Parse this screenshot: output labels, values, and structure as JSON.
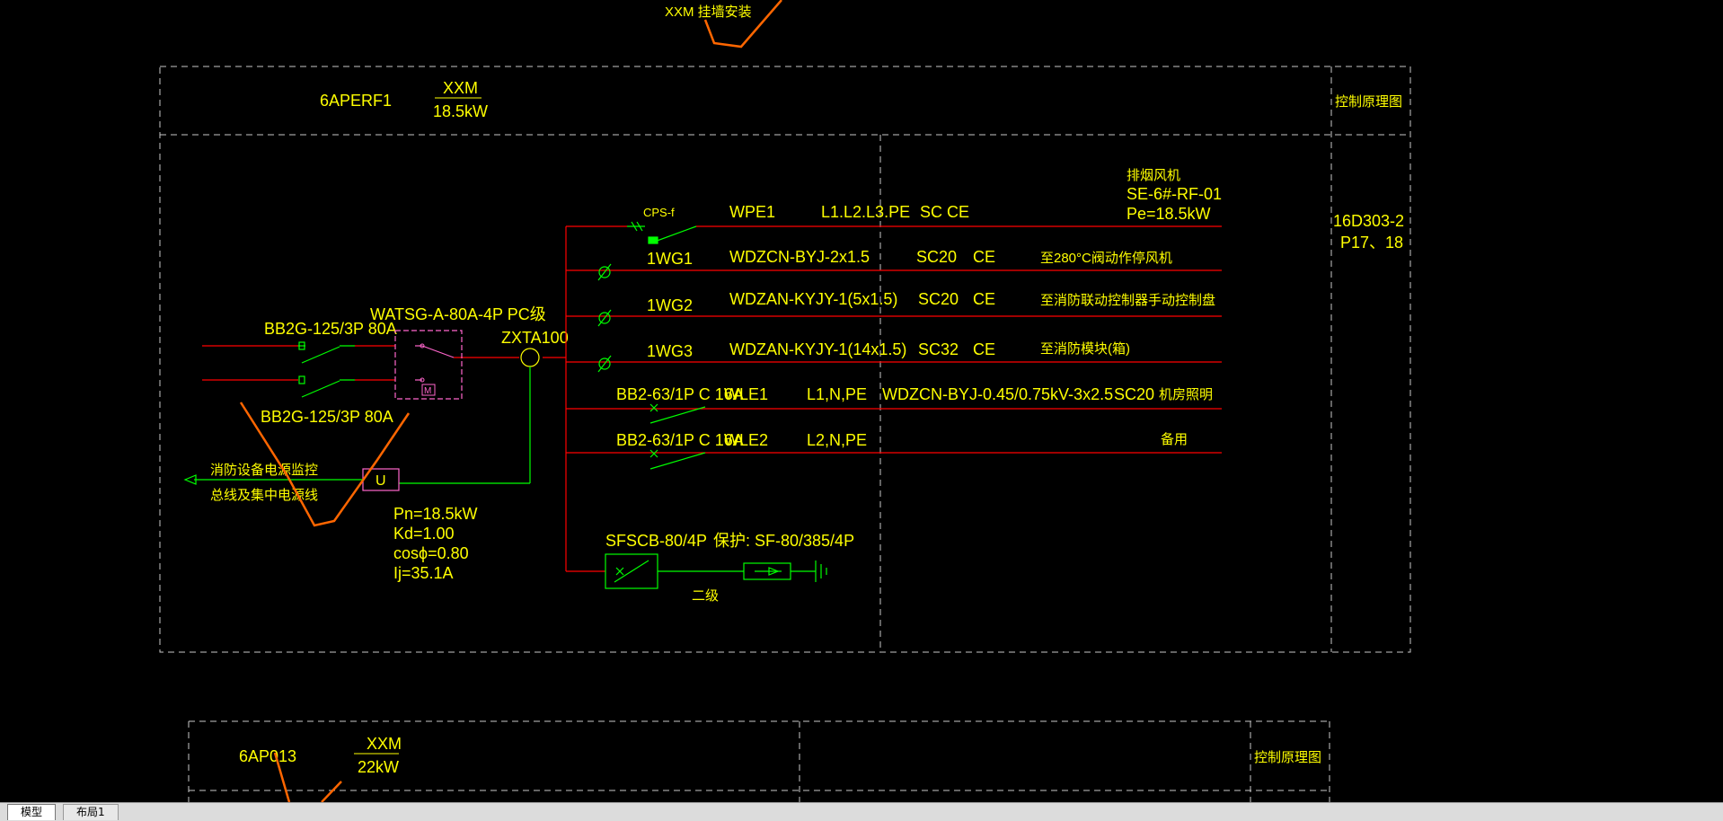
{
  "drawing": {
    "top_caption": "XXM 挂墙安装",
    "panel1": {
      "id": "6APERF1",
      "model": "XXM",
      "power": "18.5kW",
      "control_header": "控制原理图",
      "atlas_ref": "16D303-2",
      "atlas_pages": "P17、18",
      "incoming_breaker_1": "BB2G-125/3P 80A",
      "incoming_breaker_2": "BB2G-125/3P 80A",
      "ats": "WATSG-A-80A-4P PC级",
      "ats_motor": "M",
      "busbar": "ZXTA100",
      "monitor_symbol": "U",
      "monitor_label_1": "消防设备电源监控",
      "monitor_label_2": "总线及集中电源线",
      "calc_pn": "Pn=18.5kW",
      "calc_kd": "Kd=1.00",
      "calc_cos": "cosϕ=0.80",
      "calc_ij": "Ij=35.1A",
      "circuits": [
        {
          "device": "CPS-f",
          "circuit": "WPE1",
          "phases": "L1.L2.L3.PE",
          "cable": "",
          "conduit": "SC CE",
          "method": "",
          "load_1": "排烟风机",
          "load_2": "SE-6#-RF-01",
          "load_3": "Pe=18.5kW"
        },
        {
          "device": "",
          "circuit": "1WG1",
          "phases": "",
          "cable": "WDZCN-BYJ-2x1.5",
          "conduit": "SC20",
          "method": "CE",
          "load_1": "至280°C阀动作停风机",
          "load_2": "",
          "load_3": ""
        },
        {
          "device": "",
          "circuit": "1WG2",
          "phases": "",
          "cable": "WDZAN-KYJY-1(5x1.5)",
          "conduit": "SC20",
          "method": "CE",
          "load_1": "至消防联动控制器手动控制盘",
          "load_2": "",
          "load_3": ""
        },
        {
          "device": "",
          "circuit": "1WG3",
          "phases": "",
          "cable": "WDZAN-KYJY-1(14x1.5)",
          "conduit": "SC32",
          "method": "CE",
          "load_1": "至消防模块(箱)",
          "load_2": "",
          "load_3": ""
        },
        {
          "device": "BB2-63/1P C 16A",
          "circuit": "WLE1",
          "phases": "L1,N,PE",
          "cable": "WDZCN-BYJ-0.45/0.75kV-3x2.5",
          "conduit": "SC20",
          "method": "",
          "load_1": "机房照明",
          "load_2": "",
          "load_3": ""
        },
        {
          "device": "BB2-63/1P C 16A",
          "circuit": "WLE2",
          "phases": "L2,N,PE",
          "cable": "",
          "conduit": "",
          "method": "",
          "load_1": "备用",
          "load_2": "",
          "load_3": ""
        }
      ],
      "spd_breaker": "SFSCB-80/4P",
      "spd_protect": "保护: SF-80/385/4P",
      "spd_level": "二级"
    },
    "panel2": {
      "id": "6AP013",
      "model": "XXM",
      "power": "22kW",
      "control_header": "控制原理图"
    }
  },
  "tabs": [
    {
      "label": "模型",
      "active": true
    },
    {
      "label": "布局1",
      "active": false
    }
  ],
  "colors": {
    "background": "#000000",
    "text": "#ffff00",
    "frame": "#c8c8c8",
    "power_line": "#ff0000",
    "control_line": "#00ff00",
    "device": "#ff66cc",
    "revision_cloud": "#ff6600"
  }
}
